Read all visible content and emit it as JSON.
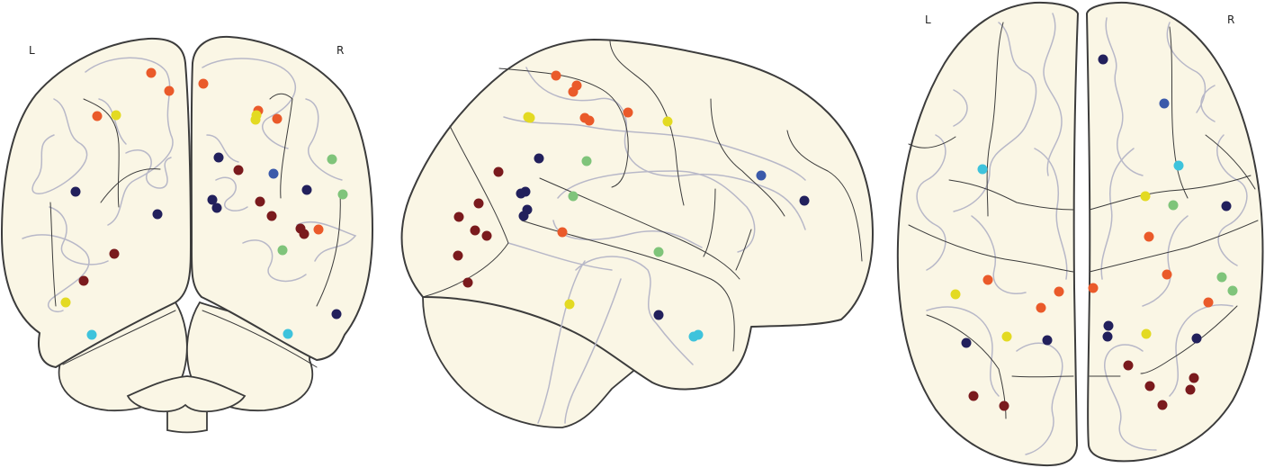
{
  "views": {
    "coronal": {
      "left_label": "L",
      "right_label": "R"
    },
    "axial": {
      "left_label": "L",
      "right_label": "R"
    }
  },
  "colors": {
    "orange": "#ea5a2a",
    "yellow": "#e3da22",
    "darkred": "#7a1a1d",
    "navy": "#22205c",
    "blue": "#3b5aaa",
    "green": "#7fc47a",
    "cyan": "#3ec3dc"
  }
}
